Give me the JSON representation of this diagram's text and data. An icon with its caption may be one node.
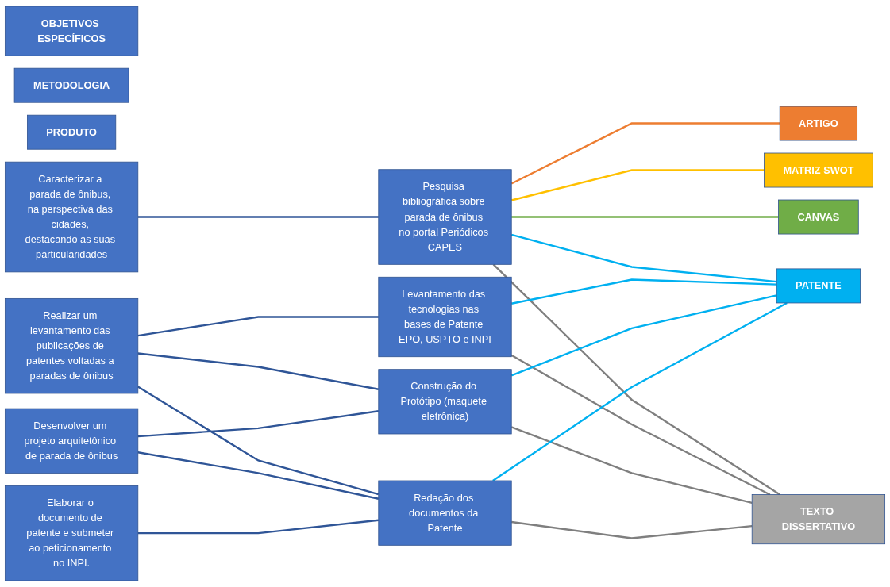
{
  "diagram": {
    "nodes": [
      {
        "text": [
          "OBJETIVOS ESPECÍFICOS"
        ]
      },
      {
        "text": [
          "METODOLOGIA"
        ]
      },
      {
        "text": [
          "PRODUTO"
        ]
      },
      {
        "text": [
          "Caracterizar a parada de ônibus, na perspectiva das cidades, destacando as suas particularidades"
        ]
      },
      {
        "text": [
          "Realizar um levantamento das publicações de patentes voltadas a paradas de ônibus"
        ]
      },
      {
        "text": [
          "Desenvolver um projeto arquitetônico de parada de ônibus"
        ]
      },
      {
        "text": [
          "Elaborar o documento de patente e submeter ao peticionamento no INPI."
        ]
      },
      {
        "text": [
          "Pesquisa bibliográfica sobre parada de ônibus no portal Periódicos CAPES"
        ]
      },
      {
        "text": [
          "Levantamento das tecnologias nas bases de Patente EPO, USPTO e INPI"
        ]
      },
      {
        "text": [
          "Construção do Protótipo (maquete eletrônica)"
        ]
      },
      {
        "text": [
          "Redação dos documentos da Patente"
        ]
      },
      {
        "text": [
          "ARTIGO"
        ]
      },
      {
        "text": [
          "MATRIZ SWOT"
        ]
      },
      {
        "text": [
          "CANVAS"
        ]
      },
      {
        "text": [
          "PATENTE"
        ]
      },
      {
        "text": [
          "TEXTO DISSERTATIVO"
        ]
      }
    ],
    "edges": [
      {
        "from": 3,
        "to": 7,
        "arrow": "none"
      },
      {
        "from": 4,
        "to": 8,
        "arrow": "none"
      },
      {
        "from": 4,
        "to": 9,
        "arrow": "none"
      },
      {
        "from": 4,
        "to": 10,
        "arrow": "none"
      },
      {
        "from": 5,
        "to": 9,
        "arrow": "none"
      },
      {
        "from": 5,
        "to": 10,
        "arrow": "none"
      },
      {
        "from": 6,
        "to": 10,
        "arrow": "none"
      },
      {
        "from": 7,
        "to": 11,
        "arrow": "none",
        "color": "#ed7d31"
      },
      {
        "from": 7,
        "to": 12,
        "arrow": "none",
        "color": "#ffc000"
      },
      {
        "from": 7,
        "to": 13,
        "arrow": "none",
        "color": "#70ad47"
      },
      {
        "from": 7,
        "to": 14,
        "arrow": "none",
        "color": "#00b0f0"
      },
      {
        "from": 7,
        "to": 15,
        "arrow": "none",
        "color": "#7f7f7f"
      },
      {
        "from": 8,
        "to": 14,
        "arrow": "none",
        "color": "#00b0f0"
      },
      {
        "from": 8,
        "to": 15,
        "arrow": "none",
        "color": "#7f7f7f"
      },
      {
        "from": 9,
        "to": 14,
        "arrow": "none",
        "color": "#00b0f0"
      },
      {
        "from": 9,
        "to": 15,
        "arrow": "none",
        "color": "#7f7f7f"
      },
      {
        "from": 10,
        "to": 14,
        "arrow": "none",
        "color": "#00b0f0"
      },
      {
        "from": 10,
        "to": 15,
        "arrow": "none",
        "color": "#7f7f7f"
      }
    ]
  }
}
